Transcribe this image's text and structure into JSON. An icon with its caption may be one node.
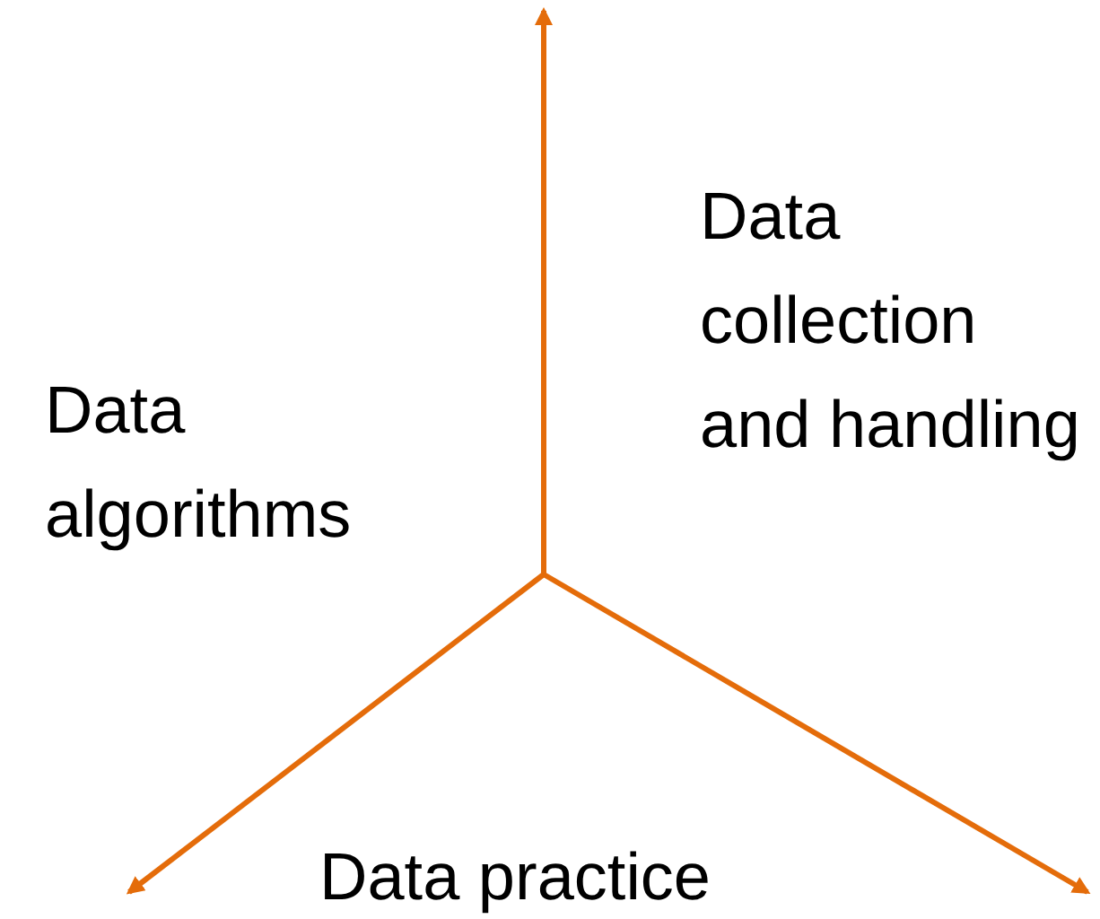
{
  "diagram": {
    "labels": [
      "Data collection and handling",
      "Data algorithms",
      "Data practice"
    ]
  }
}
